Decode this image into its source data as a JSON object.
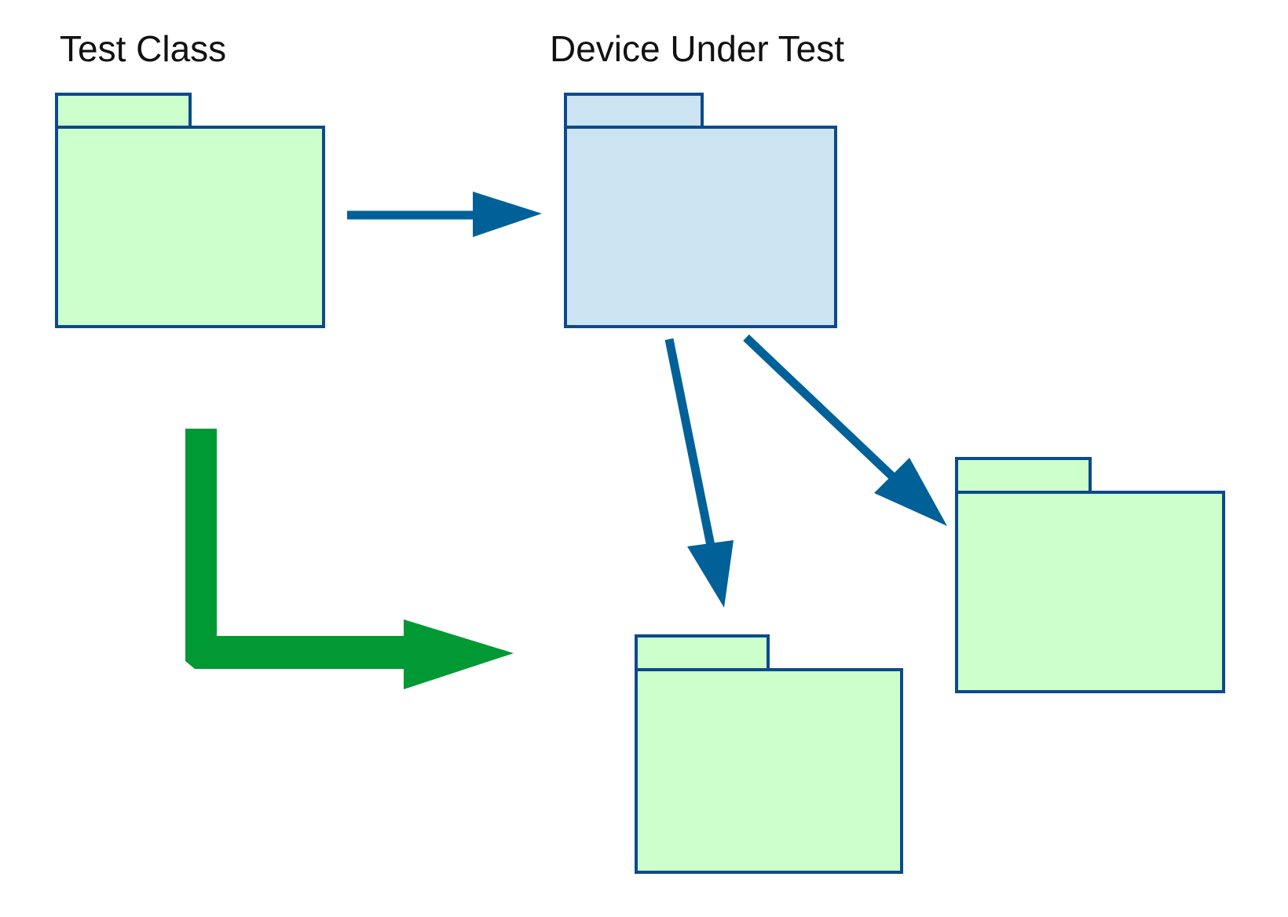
{
  "labels": {
    "test_class": "Test Class",
    "device_under_test": "Device Under Test"
  },
  "colors": {
    "package_stroke": "#0b4a8c",
    "package_green_fill": "#ccffcc",
    "package_blue_fill": "#cce3f2",
    "dependency_arrow": "#006199",
    "flow_arrow": "#009933",
    "background": "#ffffff"
  },
  "nodes": [
    {
      "id": "test-class-package",
      "label_key": "test_class",
      "fill": "green"
    },
    {
      "id": "device-under-test-package",
      "label_key": "device_under_test",
      "fill": "blue"
    },
    {
      "id": "dependency-package-bottom",
      "fill": "green"
    },
    {
      "id": "dependency-package-right",
      "fill": "green"
    }
  ],
  "edges": [
    {
      "id": "test-to-dut-arrow",
      "from": "test-class-package",
      "to": "device-under-test-package",
      "style": "dependency"
    },
    {
      "id": "dut-to-bottom-arrow",
      "from": "device-under-test-package",
      "to": "dependency-package-bottom",
      "style": "dependency"
    },
    {
      "id": "dut-to-right-arrow",
      "from": "device-under-test-package",
      "to": "dependency-package-right",
      "style": "dependency"
    },
    {
      "id": "green-flow-arrow",
      "style": "flow"
    }
  ]
}
